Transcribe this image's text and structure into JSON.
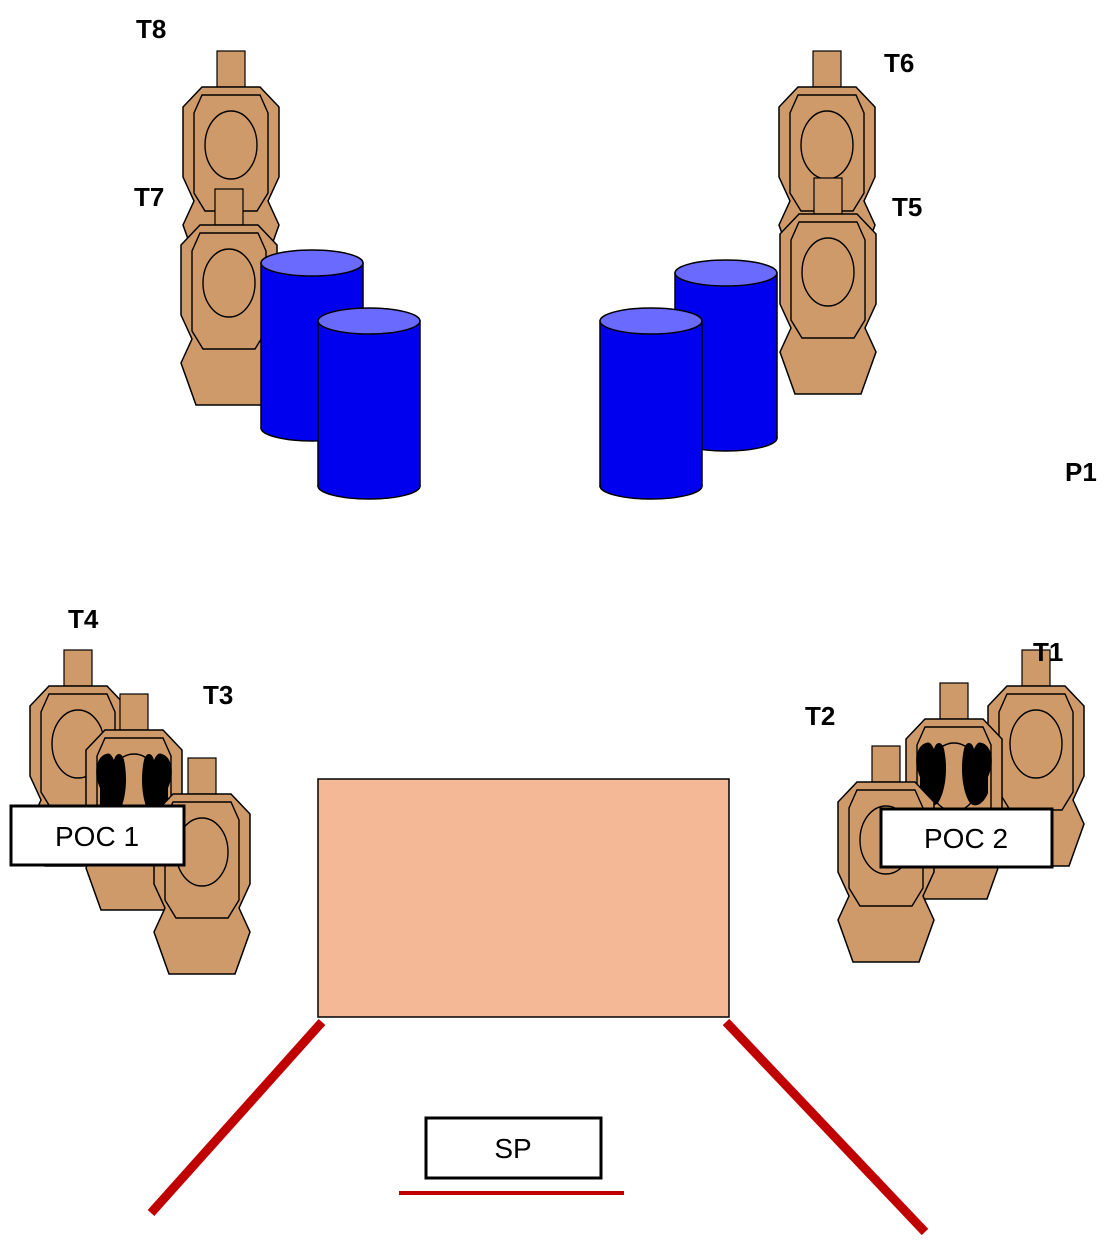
{
  "labels": {
    "t1": "T1",
    "t2": "T2",
    "t3": "T3",
    "t4": "T4",
    "t5": "T5",
    "t6": "T6",
    "t7": "T7",
    "t8": "T8",
    "p1": "P1"
  },
  "boxes": {
    "poc1": "POC 1",
    "poc2": "POC 2",
    "sp": "SP"
  },
  "targets": {
    "t3_no_shoot": true,
    "t2_no_shoot": true
  },
  "colors": {
    "target_fill": "#cf9a6a",
    "barrel_fill": "#0000ee",
    "barrel_top": "#6a6aff",
    "table_fill": "#f4b896",
    "fault_line": "#c00000"
  },
  "icons": {
    "target": "silhouette-target-icon",
    "no_shoot": "hands-no-shoot-icon",
    "barrel": "barrel-icon"
  }
}
